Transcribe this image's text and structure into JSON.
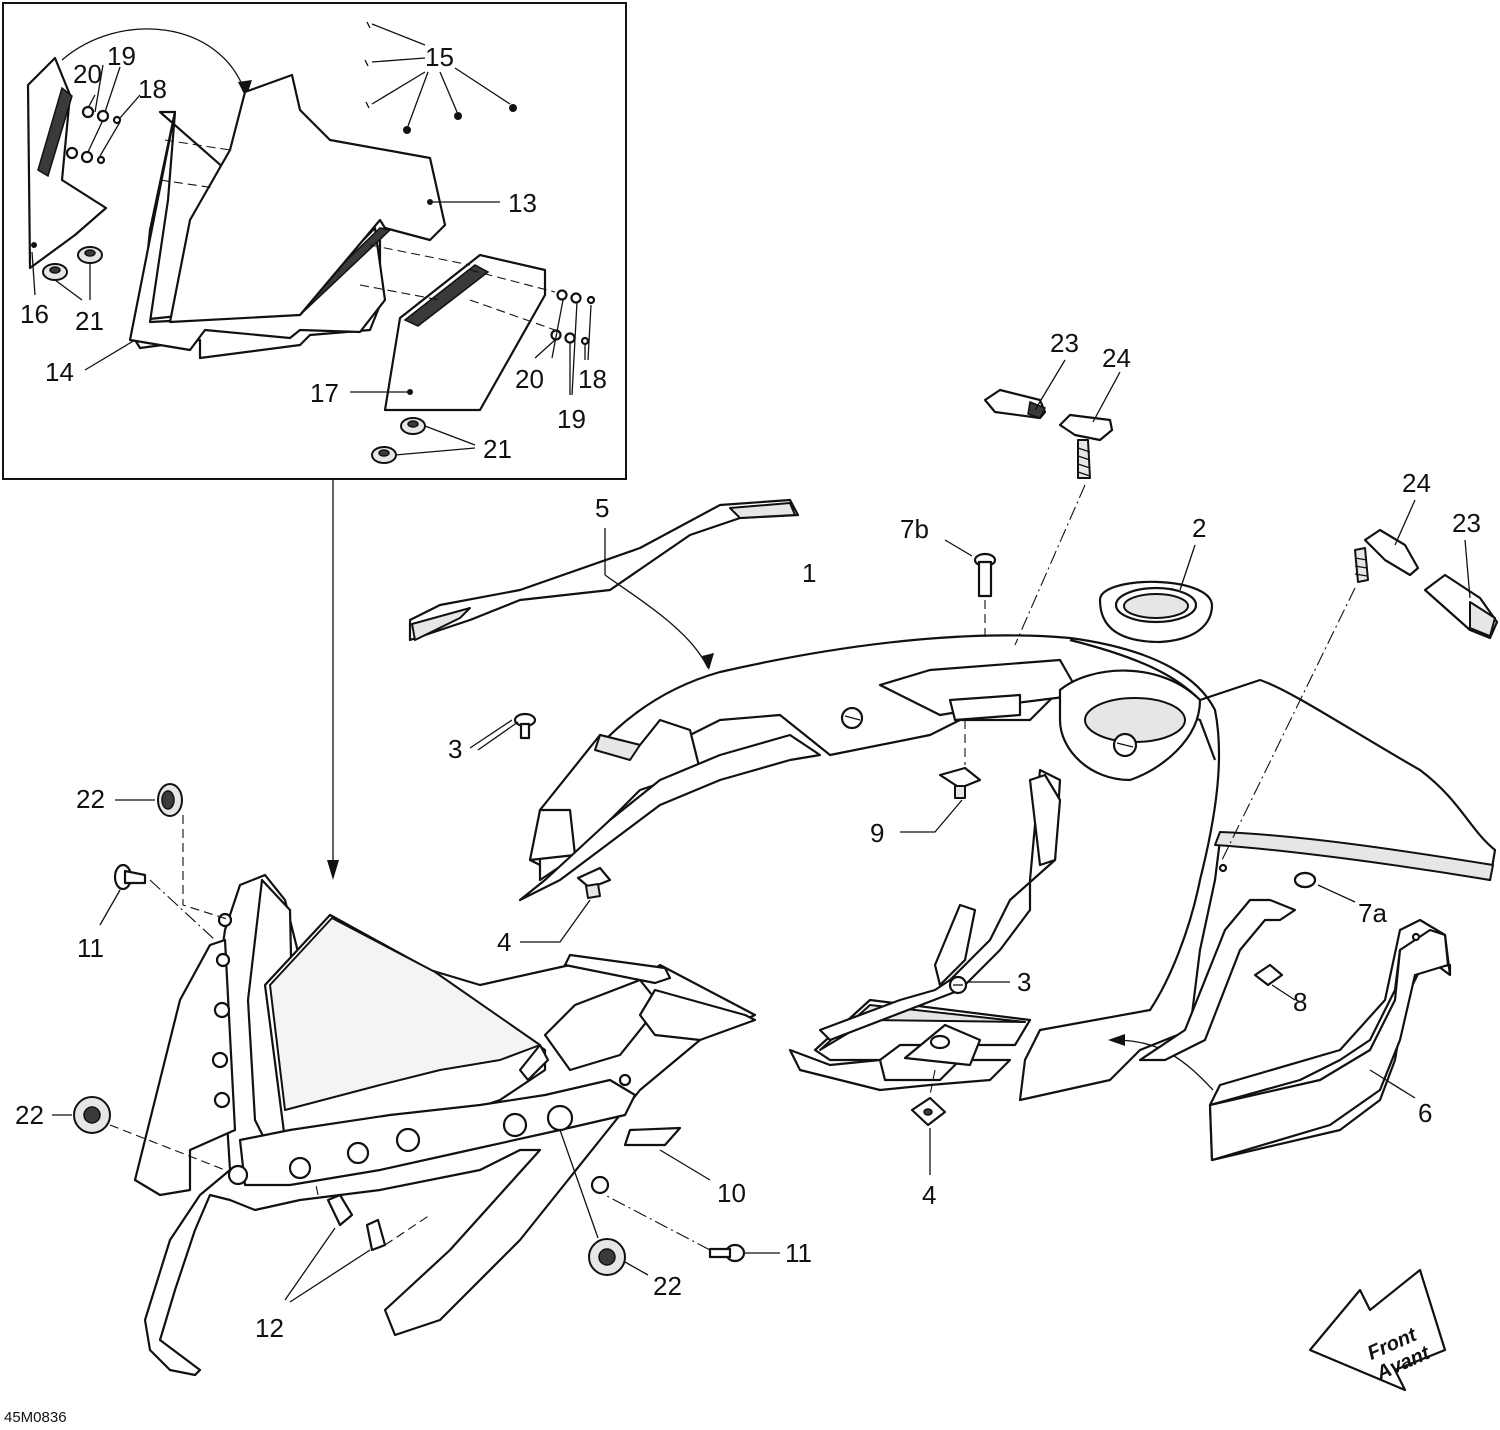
{
  "diagram": {
    "drawing_code": "45M0836",
    "direction_marker": {
      "line1": "Front",
      "line2": "Avant"
    },
    "labels": {
      "l1": "1",
      "l2": "2",
      "l3a": "3",
      "l3b": "3",
      "l4a": "4",
      "l4b": "4",
      "l5": "5",
      "l6": "6",
      "l7a": "7a",
      "l7b": "7b",
      "l8": "8",
      "l9": "9",
      "l10": "10",
      "l11a": "11",
      "l11b": "11",
      "l12": "12",
      "l13": "13",
      "l14": "14",
      "l15": "15",
      "l16": "16",
      "l17": "17",
      "l18a": "18",
      "l18b": "18",
      "l19a": "19",
      "l19b": "19",
      "l20a": "20",
      "l20b": "20",
      "l21a": "21",
      "l21b": "21",
      "l22a": "22",
      "l22b": "22",
      "l22c": "22",
      "l23a": "23",
      "l23b": "23",
      "l24a": "24",
      "l24b": "24"
    }
  }
}
